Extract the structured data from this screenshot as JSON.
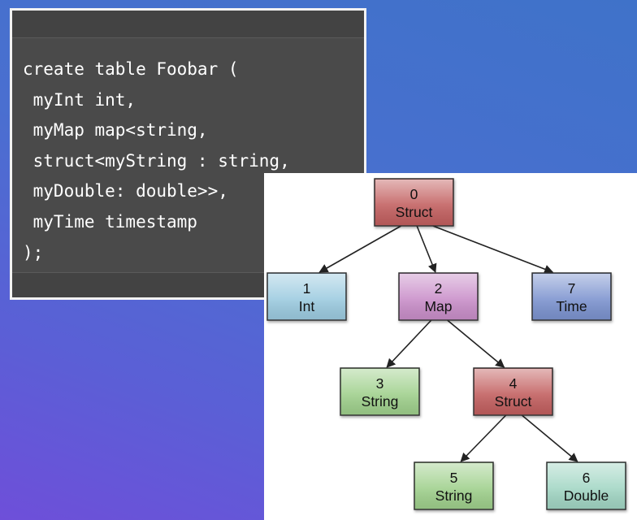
{
  "code": {
    "lines": [
      "create table Foobar (",
      " myInt int,",
      " myMap map<string,",
      " struct<myString : string,",
      " myDouble: double>>,",
      " myTime timestamp",
      ");"
    ]
  },
  "diagram": {
    "nodes": [
      {
        "id": "0",
        "type": "Struct",
        "color": "#c25e5e"
      },
      {
        "id": "1",
        "type": "Int",
        "color": "#9ccbe0"
      },
      {
        "id": "2",
        "type": "Map",
        "color": "#c98ec9"
      },
      {
        "id": "7",
        "type": "Time",
        "color": "#7c93cf"
      },
      {
        "id": "3",
        "type": "String",
        "color": "#9fd08c"
      },
      {
        "id": "4",
        "type": "Struct",
        "color": "#c25e5e"
      },
      {
        "id": "5",
        "type": "String",
        "color": "#9fd08c"
      },
      {
        "id": "6",
        "type": "Double",
        "color": "#a2d6c4"
      }
    ],
    "edges": [
      [
        "0",
        "1"
      ],
      [
        "0",
        "2"
      ],
      [
        "0",
        "7"
      ],
      [
        "2",
        "3"
      ],
      [
        "2",
        "4"
      ],
      [
        "4",
        "5"
      ],
      [
        "4",
        "6"
      ]
    ]
  }
}
